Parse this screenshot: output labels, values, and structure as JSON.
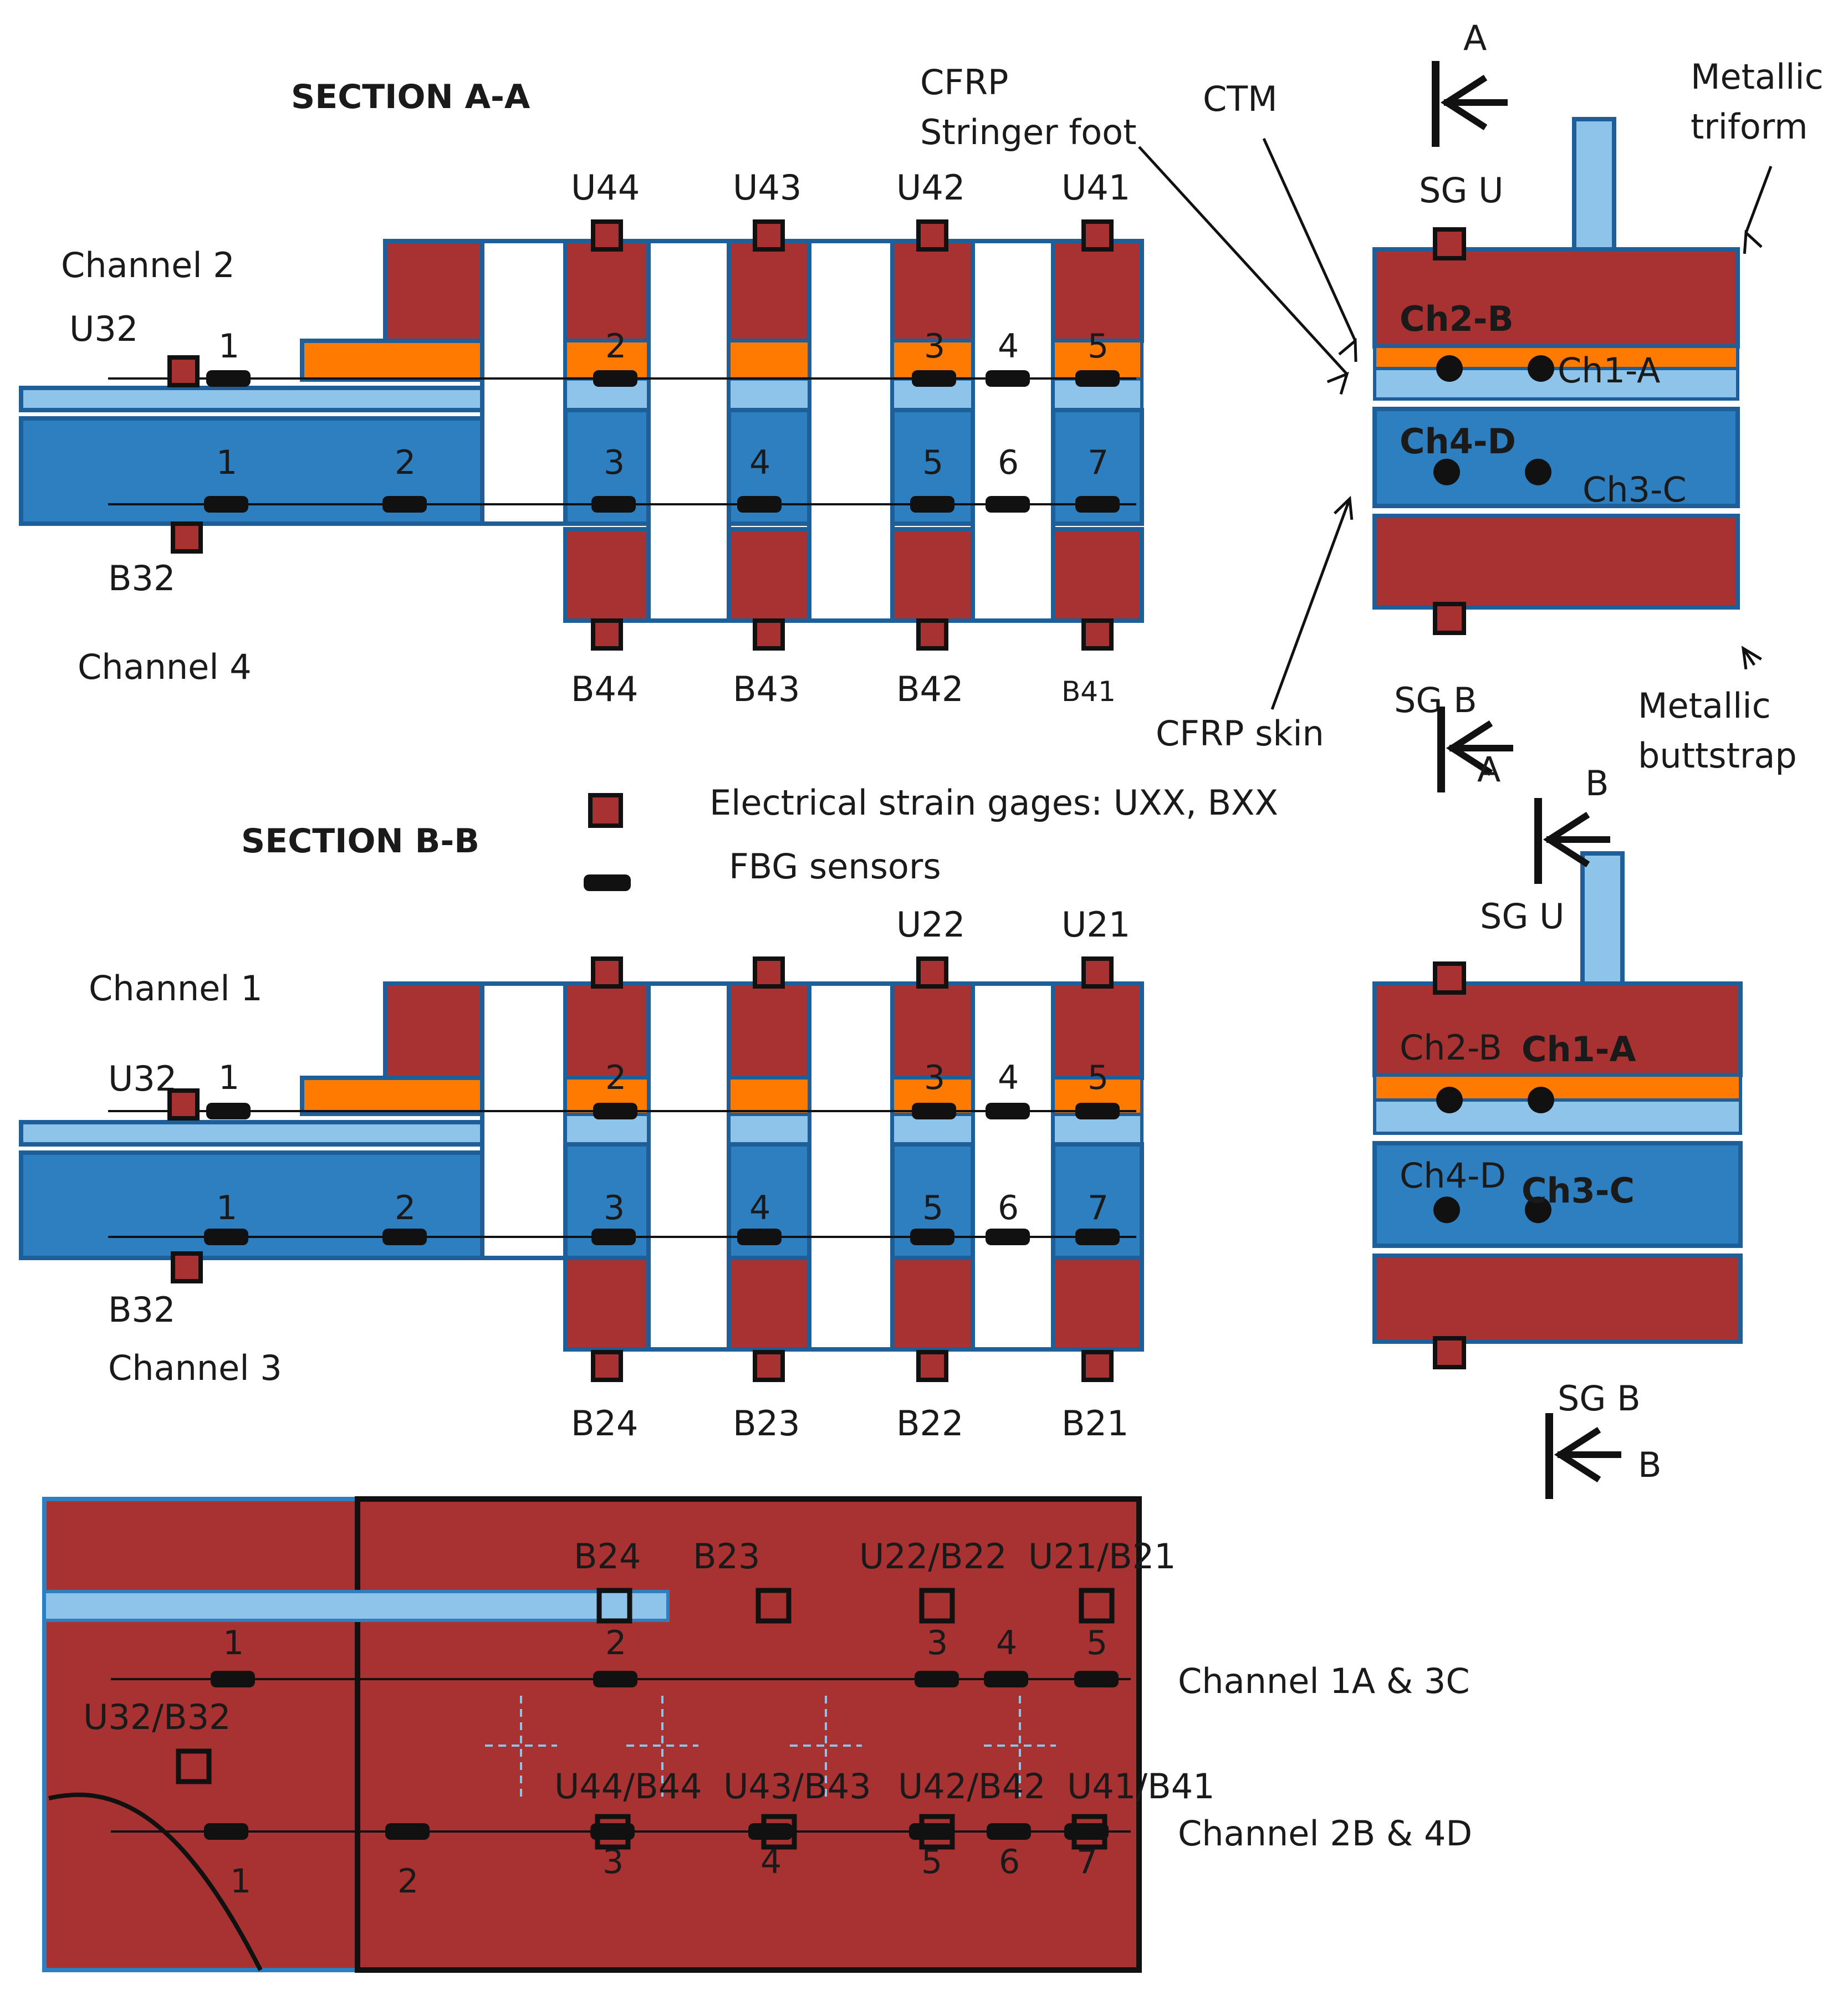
{
  "palette": {
    "metal": "#a83232",
    "cfrp": "#2e7fc0",
    "cfrp_light": "#8ec3ea",
    "ctm": "#ff7a00",
    "edge": "#1f5f99",
    "line": "#111111",
    "white": "#ffffff"
  },
  "section_aa": {
    "title": "SECTION A-A",
    "channel_upper": "Channel 2",
    "channel_lower": "Channel 4",
    "upper_gauge_left": "U32",
    "lower_gauge_left": "B32",
    "upper_gauges": [
      "U44",
      "U43",
      "U42",
      "U41"
    ],
    "lower_gauges": [
      "B44",
      "B43",
      "B42",
      "B41"
    ],
    "upper_fbg_numbers": [
      "1",
      "2",
      "3",
      "4",
      "5"
    ],
    "lower_fbg_numbers": [
      "1",
      "2",
      "3",
      "4",
      "5",
      "6",
      "7"
    ]
  },
  "section_bb": {
    "title": "SECTION B-B",
    "channel_upper": "Channel 1",
    "channel_lower": "Channel 3",
    "upper_gauge_left": "U32",
    "lower_gauge_left": "B32",
    "upper_gauges": [
      "U22",
      "U21"
    ],
    "lower_gauges": [
      "B24",
      "B23",
      "B22",
      "B21"
    ],
    "upper_fbg_numbers": [
      "1",
      "2",
      "3",
      "4",
      "5"
    ],
    "lower_fbg_numbers": [
      "1",
      "2",
      "3",
      "4",
      "5",
      "6",
      "7"
    ]
  },
  "legend": {
    "strain_gage": "Electrical strain gages: UXX, BXX",
    "fbg": "FBG sensors"
  },
  "callouts": {
    "cfrp_stringer_line1": "CFRP",
    "cfrp_stringer_line2": "Stringer foot",
    "ctm": "CTM",
    "metallic_triform_line1": "Metallic",
    "metallic_triform_line2": "triform",
    "cfrp_skin": "CFRP skin",
    "metallic_buttstrap_line1": "Metallic",
    "metallic_buttstrap_line2": "buttstrap"
  },
  "cut_a": {
    "arrow_top": "A",
    "arrow_bottom": "A",
    "sg_upper": "SG U",
    "sg_lower": "SG B",
    "ch_top_left": "Ch2-B",
    "ch_top_right": "Ch1-A",
    "ch_bottom_left": "Ch4-D",
    "ch_bottom_right": "Ch3-C"
  },
  "cut_b": {
    "arrow_top": "B",
    "arrow_bottom": "B",
    "sg_upper": "SG U",
    "sg_lower": "SG B",
    "ch_top_left": "Ch2-B",
    "ch_top_right": "Ch1-A",
    "ch_bottom_left": "Ch4-D",
    "ch_bottom_right": "Ch3-C"
  },
  "plan_view": {
    "upper_gauges": [
      "B24",
      "B23",
      "U22/B22",
      "U21/B21"
    ],
    "left_gauge": "U32/B32",
    "lower_gauges": [
      "U44/B44",
      "U43/B43",
      "U42/B42",
      "U41/B41"
    ],
    "upper_fbg_numbers": [
      "1",
      "2",
      "3",
      "4",
      "5"
    ],
    "lower_fbg_numbers": [
      "1",
      "2",
      "3",
      "4",
      "5",
      "6",
      "7"
    ],
    "channel_upper": "Channel 1A & 3C",
    "channel_lower": "Channel 2B & 4D"
  }
}
